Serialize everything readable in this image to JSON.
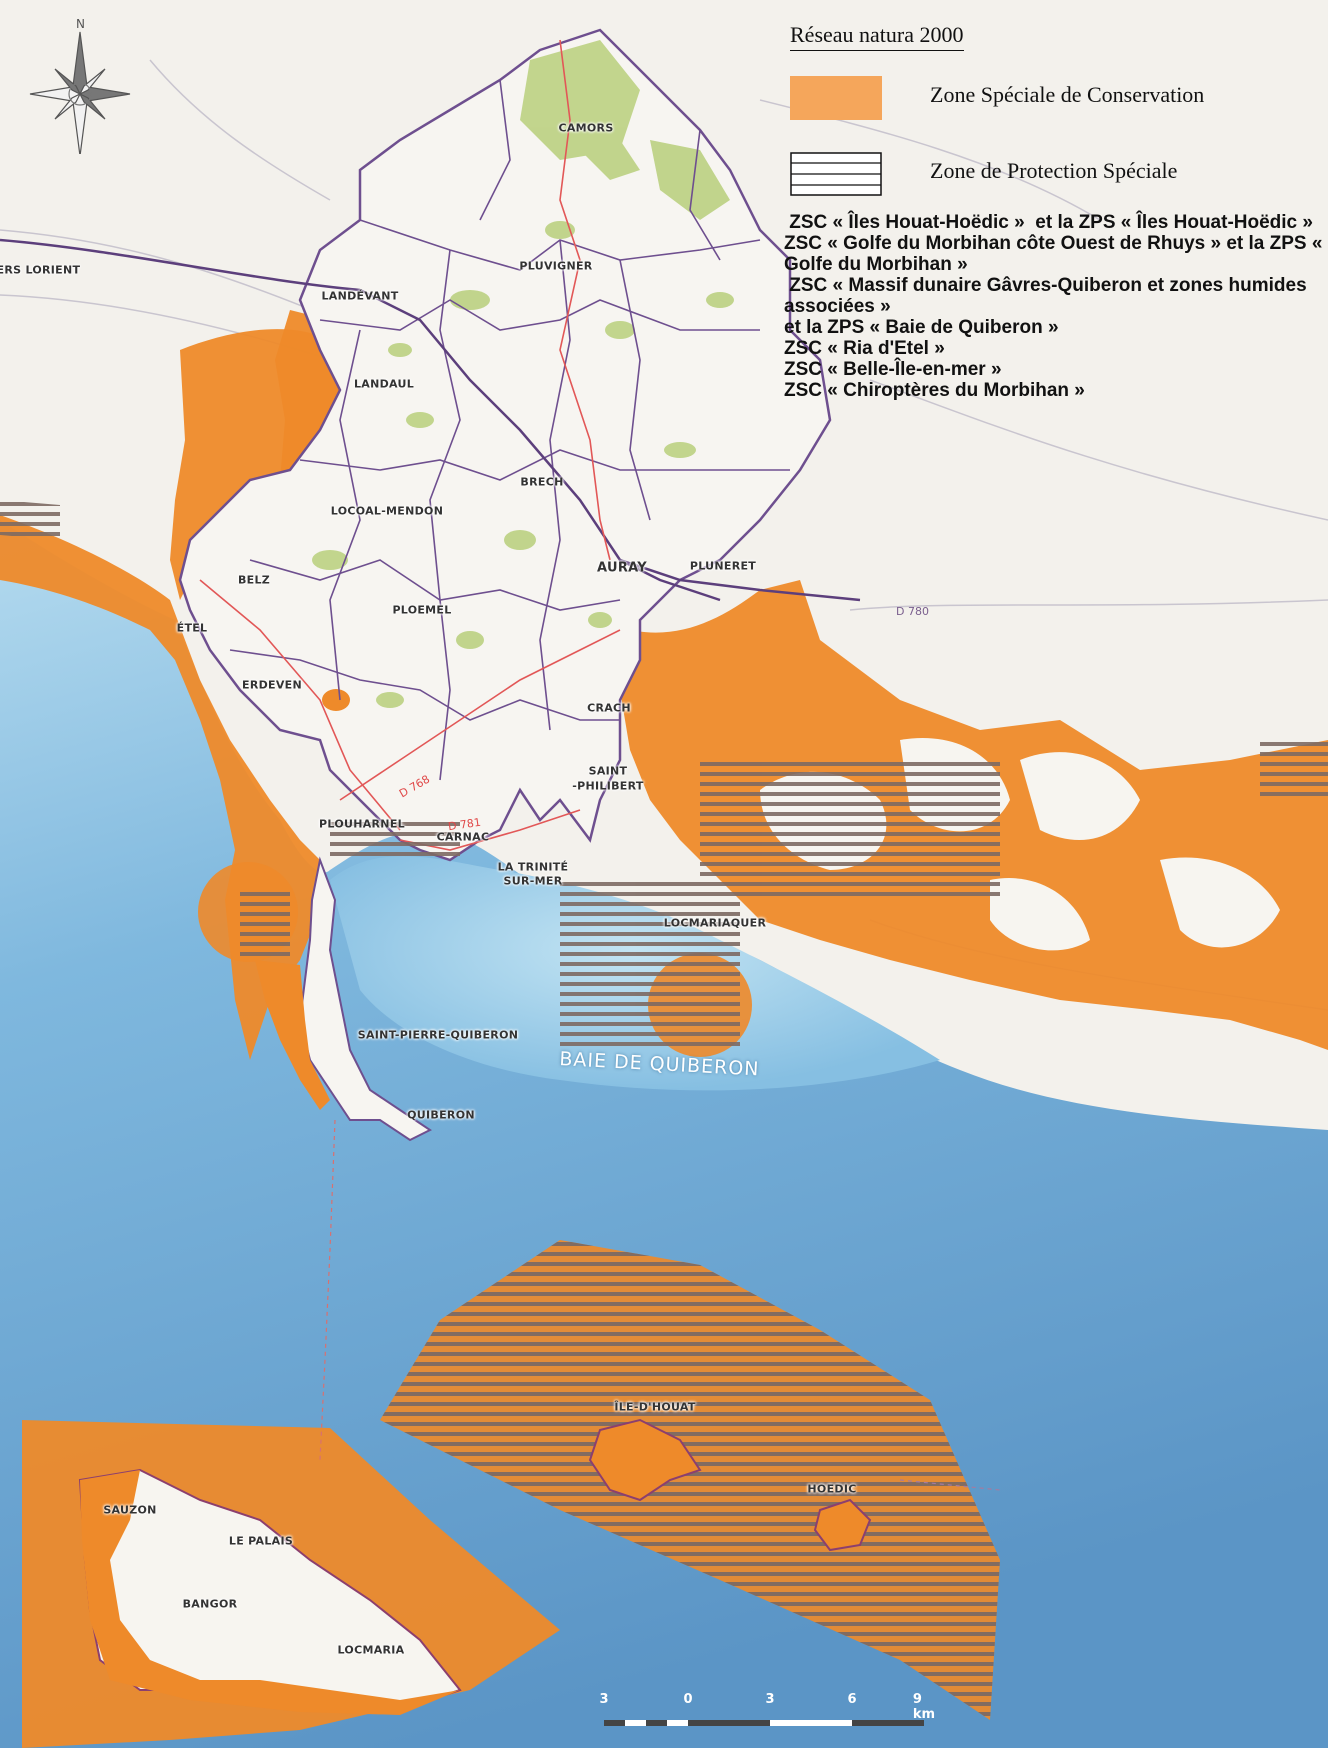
{
  "legend": {
    "title": "Réseau natura 2000",
    "zsc_label": "Zone Spéciale de Conservation",
    "zps_label": "Zone de Protection Spéciale"
  },
  "sites": [
    " ZSC « Îles Houat-Hoëdic »  et la ZPS « Îles Houat-Hoëdic »",
    "ZSC « Golfe du Morbihan côte Ouest de Rhuys » et la ZPS « Golfe du Morbihan »",
    " ZSC « Massif dunaire Gâvres-Quiberon et zones humides associées »",
    "et la ZPS « Baie de Quiberon »",
    "ZSC « Ria d'Etel »",
    "ZSC « Belle-Île-en-mer »",
    "ZSC « Chiroptères du Morbihan »"
  ],
  "compass": {
    "north_label": "N"
  },
  "places": {
    "camors": "CAMORS",
    "pluvigner": "PLUVIGNER",
    "landevant": "LANDÉVANT",
    "landaul": "LANDAUL",
    "brech": "BRECH",
    "locoal": "LOCOAL-MENDON",
    "auray": "AURAY",
    "pluneret": "PLUNERET",
    "belz": "BELZ",
    "etel": "ÉTEL",
    "ploemel": "PLOEMEL",
    "erdeven": "ERDEVEN",
    "crach": "CRACH",
    "saint_philibert_1": "SAINT",
    "saint_philibert_2": "-PHILIBERT",
    "plouharnel": "PLOUHARNEL",
    "carnac": "CARNAC",
    "trinite_1": "LA TRINITÉ",
    "trinite_2": "SUR-MER",
    "locmariaquer": "LOCMARIAQUER",
    "saint_pierre": "SAINT-PIERRE-QUIBERON",
    "quiberon": "QUIBERON",
    "houat": "ÎLE-D'HOUAT",
    "hoedic": "HOEDIC",
    "sauzon": "SAUZON",
    "le_palais": "LE PALAIS",
    "bangor": "BANGOR",
    "locmaria": "LOCMARIA",
    "vers_lorient": "VERS LORIENT"
  },
  "sea_label": "BAIE DE QUIBERON",
  "roads": {
    "d768": "D 768",
    "d781": "D 781",
    "d780": "D 780"
  },
  "scale": {
    "ticks": [
      "3",
      "0",
      "3",
      "6",
      "9 km"
    ]
  },
  "colors": {
    "sea": "#6aa6d2",
    "sea_light": "#a9d3ec",
    "land": "#f2f0ea",
    "zsc_orange": "#f0902e",
    "zsc_legend": "#f5a65b",
    "zps_hatch": "#8a7060",
    "boundary": "#6e4f8f",
    "green": "#b7cf7a"
  }
}
